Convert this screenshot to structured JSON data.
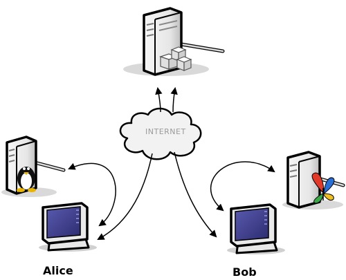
{
  "cloud": {
    "label": "INTERNET"
  },
  "people": {
    "alice": "Alice",
    "bob": "Bob"
  },
  "nodes": {
    "top_server": {
      "icon": "server-packages-icon"
    },
    "left_server": {
      "icon": "server-linux-icon"
    },
    "right_server": {
      "icon": "server-butterfly-icon"
    },
    "alice_monitor": {
      "icon": "monitor-icon"
    },
    "bob_monitor": {
      "icon": "monitor-icon"
    }
  },
  "colors": {
    "outline": "#000000",
    "server_body": "#ececec",
    "server_shadow": "#b8b8b8",
    "screen": "#3d3d8c",
    "cloud_fill": "#f2f2f2"
  }
}
